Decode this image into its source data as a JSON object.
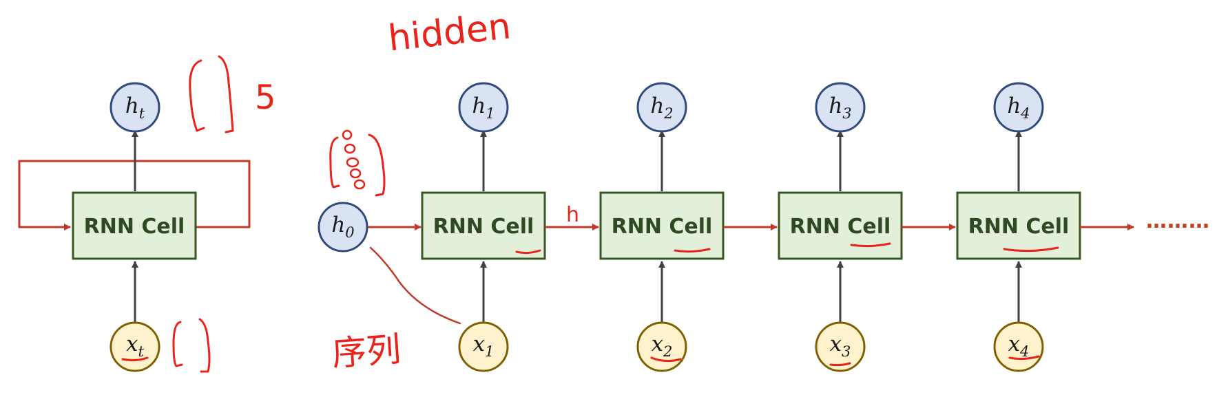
{
  "diagram": {
    "colors": {
      "cell_fill": "#e2efd9",
      "cell_stroke": "#385723",
      "hidden_fill": "#dae3f3",
      "hidden_stroke": "#2f4a7a",
      "input_fill": "#fff2cc",
      "input_stroke": "#7f6000",
      "recurrent_arrow": "#c0392b",
      "vertical_arrow": "#404040",
      "annotation": "#e8231a"
    },
    "folded": {
      "cell_label": "RNN Cell",
      "output": {
        "main": "h",
        "sub": "t"
      },
      "input": {
        "main": "x",
        "sub": "t"
      }
    },
    "unrolled": {
      "initial_state": {
        "main": "h",
        "sub": "0"
      },
      "steps": [
        {
          "cell_label": "RNN Cell",
          "output": {
            "main": "h",
            "sub": "1"
          },
          "input": {
            "main": "x",
            "sub": "1"
          }
        },
        {
          "cell_label": "RNN Cell",
          "output": {
            "main": "h",
            "sub": "2"
          },
          "input": {
            "main": "x",
            "sub": "2"
          }
        },
        {
          "cell_label": "RNN Cell",
          "output": {
            "main": "h",
            "sub": "3"
          },
          "input": {
            "main": "x",
            "sub": "3"
          }
        },
        {
          "cell_label": "RNN Cell",
          "output": {
            "main": "h",
            "sub": "4"
          },
          "input": {
            "main": "x",
            "sub": "4"
          }
        }
      ],
      "continuation": "………"
    },
    "annotations": {
      "hidden_word": "hidden",
      "hidden_size_number": "5",
      "step_h": "h",
      "sequence_word": "序列"
    }
  }
}
